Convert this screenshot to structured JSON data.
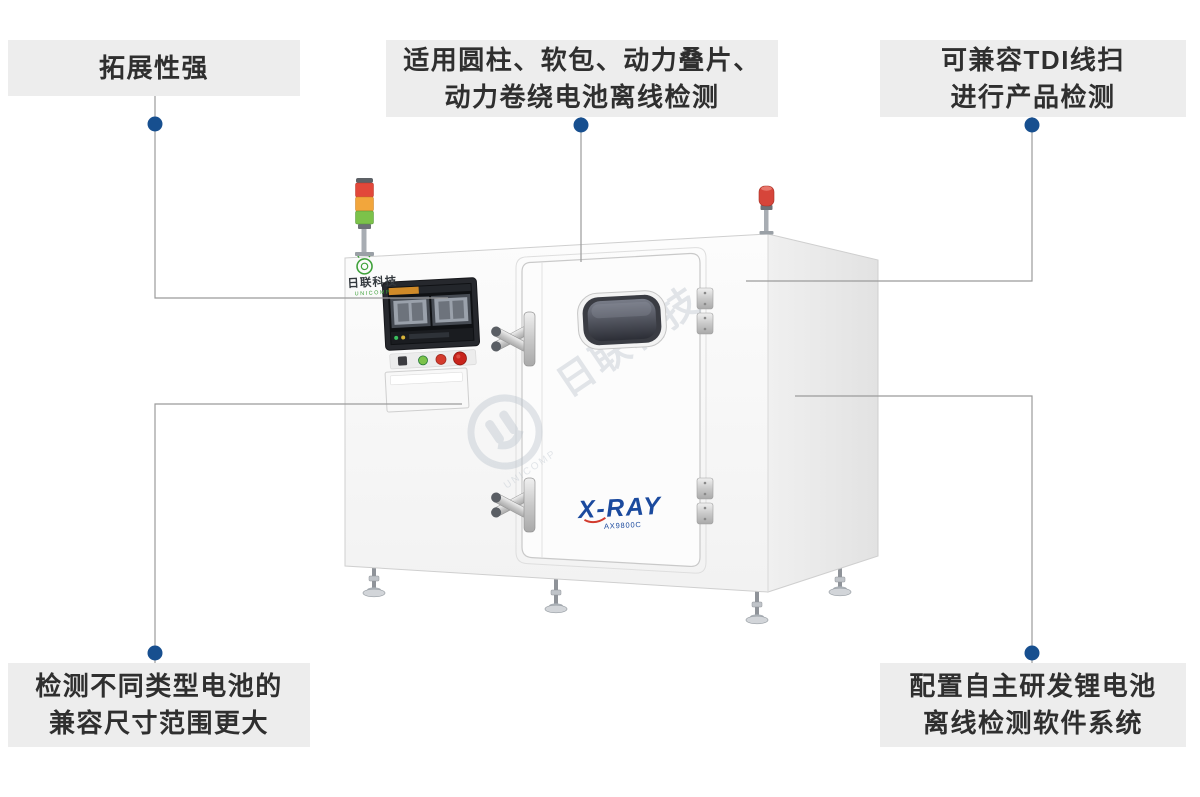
{
  "colors": {
    "dot": "#174f8f",
    "line": "#9b9b9b",
    "callout-bg": "#ededed",
    "callout-text": "#2f2f2f",
    "xray-blue": "#1b4a9e",
    "brand-green": "#3fa13a",
    "signal-red": "#e2483a",
    "signal-amber": "#f2a63c",
    "signal-green": "#7cc24a",
    "beacon-red": "#d6453a"
  },
  "callouts": {
    "top_left": {
      "lines": [
        "拓展性强"
      ]
    },
    "top_center": {
      "lines": [
        "适用圆柱、软包、动力叠片、",
        "动力卷绕电池离线检测"
      ]
    },
    "top_right": {
      "lines": [
        "可兼容TDI线扫",
        "进行产品检测"
      ]
    },
    "bottom_left": {
      "lines": [
        "检测不同类型电池的",
        "兼容尺寸范围更大"
      ]
    },
    "bottom_right": {
      "lines": [
        "配置自主研发锂电池",
        "离线检测软件系统"
      ]
    }
  },
  "machine": {
    "brand": "日联科技",
    "brand_sub": "UNICOMP",
    "door_logo": "X-RAY",
    "door_model": "AX9800C",
    "watermark_text": "日联科技",
    "watermark_brand": "UNICOMP"
  }
}
